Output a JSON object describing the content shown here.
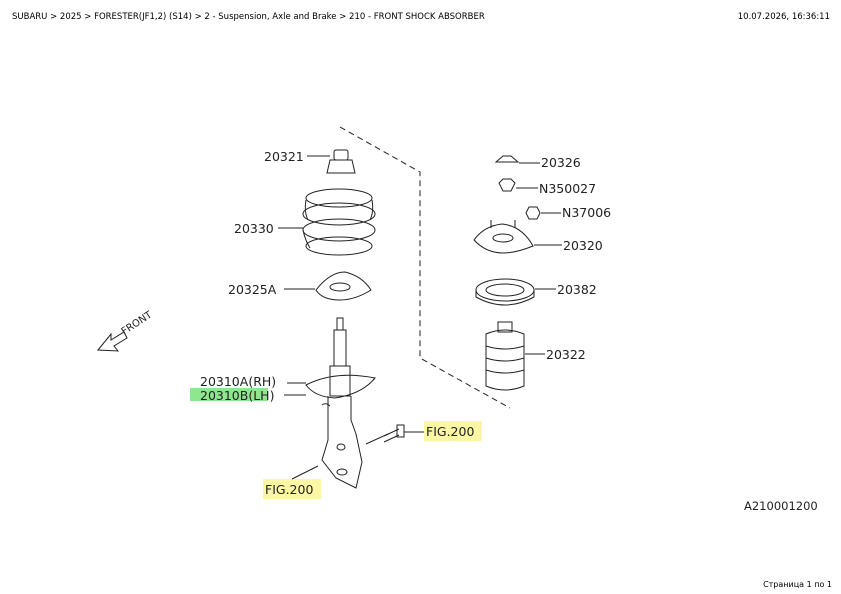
{
  "header": {
    "breadcrumb": "SUBARU > 2025 > FORESTER(JF1,2) (S14) > 2 - Suspension, Axle and Brake > 210 - FRONT SHOCK ABSORBER",
    "timestamp": "10.07.2026, 16:36:11"
  },
  "diagram": {
    "parts": {
      "p20321": "20321",
      "p20330": "20330",
      "p20325A": "20325A",
      "p20310A_rh": "20310A(RH)",
      "p20310B_lh": "20310B(LH)",
      "p20326": "20326",
      "pN350027": "N350027",
      "pN37006": "N37006",
      "p20320": "20320",
      "p20382": "20382",
      "p20322": "20322"
    },
    "fig_refs": {
      "fig_right": "FIG.200",
      "fig_bottom": "FIG.200"
    },
    "front_label": "FRONT",
    "diagram_code": "A210001200"
  },
  "footer": {
    "page_info": "Страница 1 по 1"
  },
  "colors": {
    "highlight_green": "#8ee68e",
    "highlight_yellow": "#fbf7a4"
  }
}
